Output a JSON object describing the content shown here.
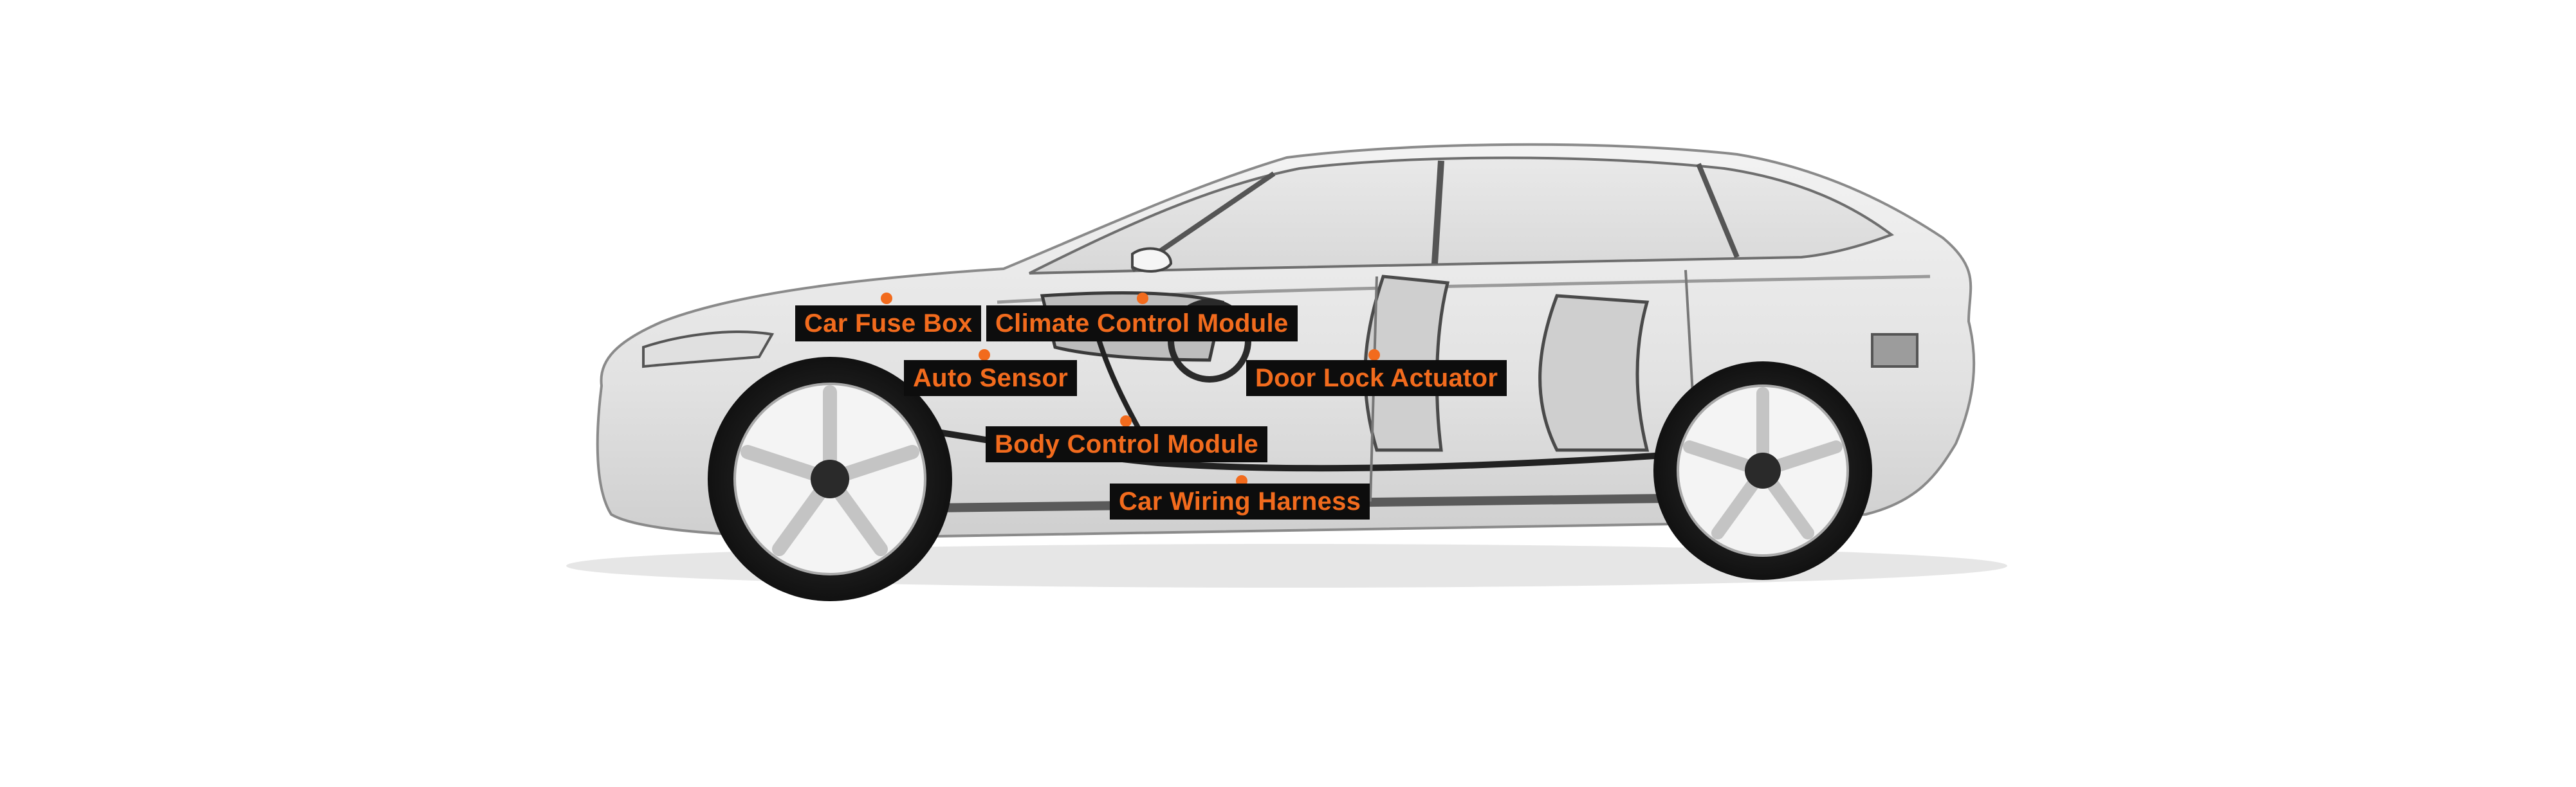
{
  "colors": {
    "accent": "#f26b1d",
    "label_background": "#0d0d0d",
    "background": "#ffffff"
  },
  "labels": {
    "car_fuse_box": "Car Fuse Box",
    "climate_control_module": "Climate Control Module",
    "auto_sensor": "Auto Sensor",
    "door_lock_actuator": "Door Lock Actuator",
    "body_control_module": "Body Control Module",
    "car_wiring_harness": "Car Wiring Harness"
  }
}
